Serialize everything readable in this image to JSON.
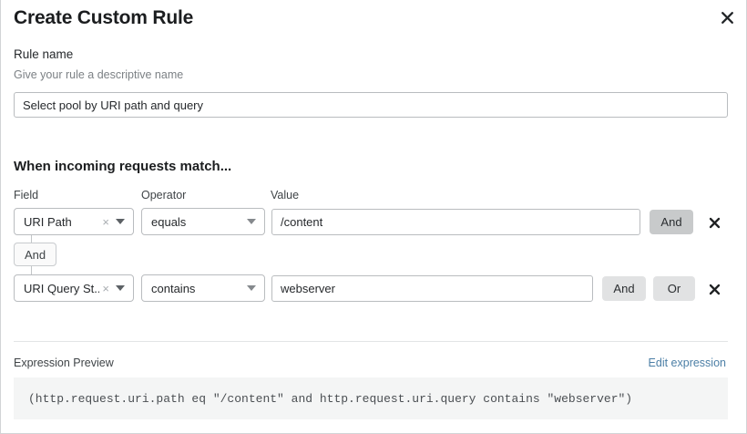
{
  "dialog": {
    "title": "Create Custom Rule",
    "close_icon": "close-icon"
  },
  "rule_name": {
    "label": "Rule name",
    "hint": "Give your rule a descriptive name",
    "value": "Select pool by URI path and query",
    "placeholder": "Rule name"
  },
  "match_section": {
    "heading": "When incoming requests match...",
    "columns": {
      "field": "Field",
      "operator": "Operator",
      "value": "Value"
    },
    "connector": {
      "label": "And"
    },
    "rows": [
      {
        "field": "URI Path",
        "field_clear_icon": "clear-icon",
        "field_caret_icon": "chevron-down-icon",
        "operator": "equals",
        "operator_caret_icon": "chevron-down-icon",
        "value": "/content",
        "buttons": [
          {
            "label": "And",
            "state": "active"
          }
        ],
        "remove_icon": "close-icon"
      },
      {
        "field": "URI Query St...",
        "field_clear_icon": "clear-icon",
        "field_caret_icon": "chevron-down-icon",
        "operator": "contains",
        "operator_caret_icon": "chevron-down-icon",
        "value": "webserver",
        "buttons": [
          {
            "label": "And",
            "state": "idle"
          },
          {
            "label": "Or",
            "state": "idle"
          }
        ],
        "remove_icon": "close-icon"
      }
    ]
  },
  "expression": {
    "label": "Expression Preview",
    "edit_link": "Edit expression",
    "code": "(http.request.uri.path eq \"/content\" and http.request.uri.query contains \"webserver\")"
  },
  "colors": {
    "link": "#4c7fa6",
    "active_button": "#c8cacb",
    "idle_button": "#e1e2e3",
    "code_bg": "#f4f5f5",
    "border": "#b9bcbf"
  }
}
